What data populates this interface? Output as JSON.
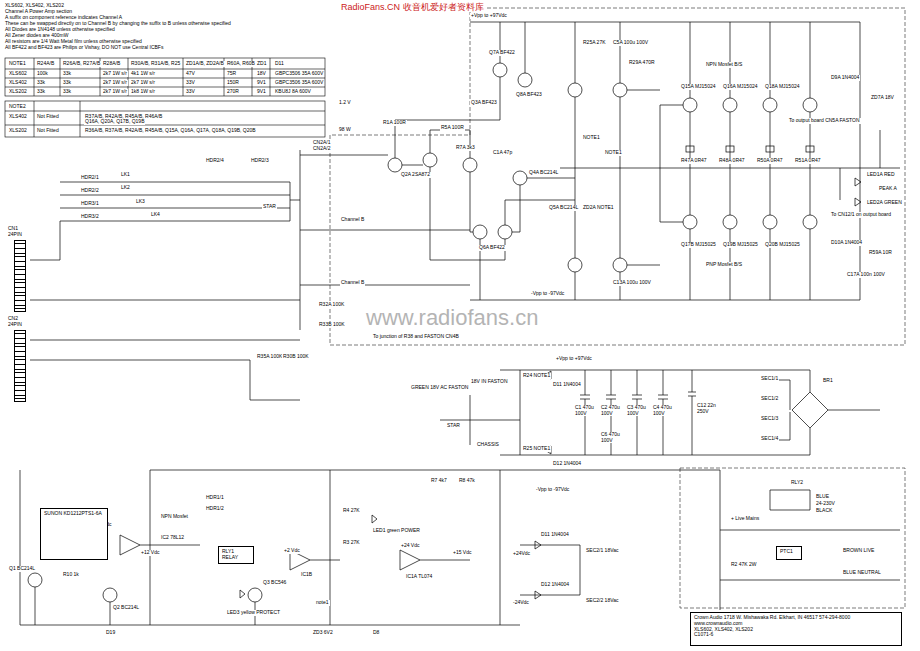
{
  "diagram": {
    "nodes": [
      {
        "text": [
          "SUNON KD1212PTS1-6A"
        ]
      },
      {
        "text": [
          "RLY1 RELAY"
        ]
      },
      {
        "text": [
          "CN1",
          "24PIN"
        ]
      },
      {
        "text": [
          "CN2",
          "24PIN"
        ]
      },
      {
        "text": [
          "PTC1"
        ]
      },
      {
        "text": [
          "Crown Audio 1718 W. Mishawaka Rd. Elkhart, IN 46517 574-294-8000 www.crownaudio.com",
          "XLS602, XLS402, XLS202",
          "C1071-6"
        ]
      }
    ],
    "labels": [
      "XLS602, XLS402, XLS202",
      "Channel A Power Amp section",
      "A suffix on component reference indicates Channel A",
      "These can be swapped directly on to Channel B by changing the suffix to B unless otherwise specified",
      "All Diodes are 1N4148 unless otherwise specified",
      "All Zener diodes are 400mW",
      "All resistors are 1/4 Watt Metal film unless otherwise specified",
      "All BF422 and BF423 are Philips or Vishay, DO NOT use Central ICBFs",
      "NOTE1",
      "R24A/B",
      "R26A/B, R27A/B",
      "R28A/B",
      "R30A/B, R31A/B, R25",
      "ZD1A/B, ZD2A/B",
      "R60A, R60B",
      "ZD1",
      "D11",
      "XLS602",
      "100k",
      "33k",
      "2k7 1W s/r",
      "4k1 1W s/r",
      "47V",
      "75R",
      "18V",
      "GBPC3506 35A 600V",
      "XLS402",
      "33k",
      "33k",
      "2k7 1W s/r",
      "2k7 1W s/r",
      "33V",
      "150R",
      "9V1",
      "GBPC3506 35A 600V",
      "XLS202",
      "33k",
      "33k",
      "2k7 1W s/r",
      "1k8 1W s/r",
      "33V",
      "270R",
      "9V1",
      "KBU8J 8A 600V",
      "NOTE2",
      "XLS402",
      "Not Fitted",
      "R37A/B, R42A/B, R45A/B, R46A/B",
      "Q16A, Q20A, Q17B, Q19B",
      "XLS202",
      "Not Fitted",
      "R36A/B, R37A/B, R42A/B, R45A/B, Q15A, Q16A, Q17A, Q18A, Q19B, Q20B",
      "RadioFans.CN 收音机爱好者资料库",
      "www.radiofans.cn",
      "R1A 100R",
      "Q2A 2SA872",
      "Q3A BF423",
      "Q4A BC214L",
      "Q5A BC214L",
      "Q6A BF422",
      "Q7A BF422",
      "Q8A BF423",
      "R5A 100R",
      "R7A 3k3",
      "C1A 47p",
      "1.2 V",
      "98 W",
      "CN2A/1",
      "CN2A/2",
      "HDR2/3",
      "HDR2/4",
      "LK1",
      "LK2",
      "LK3",
      "LK4",
      "HDR2/1",
      "HDR2/2",
      "HDR3/1",
      "HDR3/2",
      "Channel B",
      "Channel B",
      "STAR",
      "R32A 100K",
      "R33B 100K",
      "R35A 100K",
      "R30B 100K",
      "To junction of R38 and FASTON CN4B",
      "Q15A MJ15024",
      "Q16A MJ15024",
      "Q18A MJ15024",
      "NPN Mosfet B/S",
      "Q17B MJ15025",
      "Q19B MJ15025",
      "Q20B MJ15025",
      "PNP Mosfet B/S",
      "R47A 0R47",
      "R48A 0R47",
      "R50A 0R47",
      "R51A 0R47",
      "To output board CN5A FASTON",
      "ZD7A 18V",
      "D9A 1N4004",
      "D10A 1N4004",
      "PEAK A",
      "LED1A RED",
      "LED2A GREEN",
      "To CN12/1 on output board",
      "R59A 10R",
      "C17A 100n 100V",
      "+Vpp to +97Vdc",
      "-Vpp to -97Vdc",
      "C5A 100u 100V",
      "C13A 100u 100V",
      "R25A 27K",
      "R29A 470R",
      "NOTE1",
      "NOTE1",
      "ZD2A NOTE1",
      "GREEN 18V AC FASTON",
      "18V IN FASTON",
      "STAR",
      "CHASSIS",
      "+Vpp to +97Vdc",
      "-Vpp to -97Vdc",
      "R24 NOTE1",
      "R25 NOTE1",
      "D11 1N4004",
      "D12 1N4004",
      "C1 470u 100V",
      "C2 470u 100V",
      "C3 470u 100V",
      "C4 470u 100V",
      "C6 470u 100V",
      "C12 22n 250V",
      "SEC1/1",
      "SEC1/2",
      "SEC1/3",
      "SEC1/4",
      "BR1",
      "Q1 BC214L",
      "R10 1k",
      "Q2 BC214L",
      "+24 Vdc",
      "+12 Vdc",
      "NPN Mosfet",
      "IC2 78L12",
      "LED3 yellow PROTECT",
      "Q3 BC546",
      "HDR1/1",
      "HDR1/2",
      "+2 Vdc",
      "IC1B",
      "note1",
      "LED1 green POWER",
      "R4 27K",
      "R3 27K",
      "+24 Vdc",
      "IC1A TL074",
      "+15 Vdc",
      "D11 1N4004",
      "D12 1N4004",
      "+24Vdc",
      "-24Vdc",
      "SEC2/1 18Vac",
      "SEC2/2 18Vac",
      "R7 4k7",
      "R8 47k",
      "D19",
      "ZD3 6V2",
      "D8",
      "RLY2",
      "BLUE",
      "24-230V",
      "BLACK",
      "+ Live Mains",
      "BLUE NEUTRAL",
      "BROWN LIVE",
      "R2 47K 2W"
    ]
  }
}
